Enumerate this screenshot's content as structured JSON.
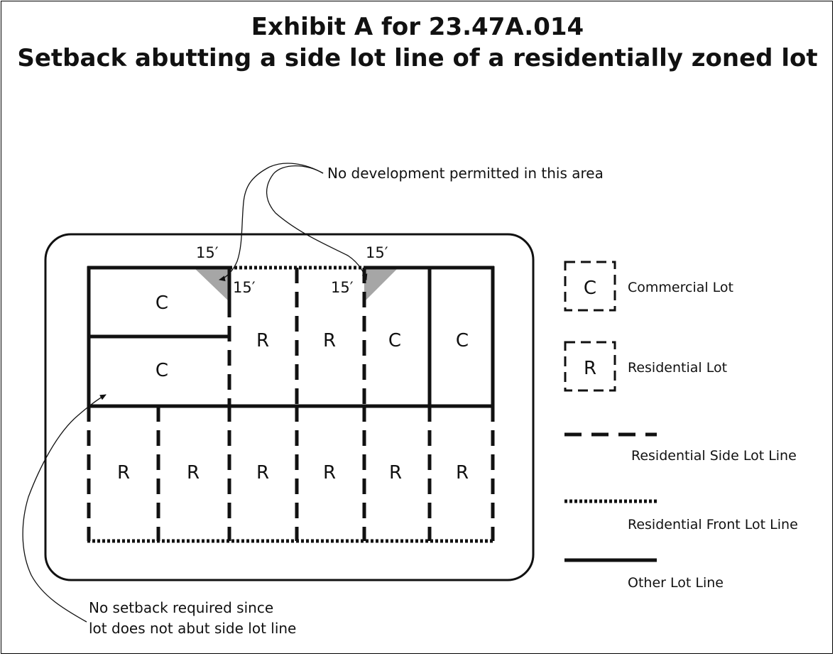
{
  "title": {
    "line1": "Exhibit A for 23.47A.014",
    "line2": "Setback abutting a side lot line of a residentially zoned lot"
  },
  "annotations": {
    "no_development": "No development permitted in this area",
    "no_setback_line1": "No setback required since",
    "no_setback_line2": "lot does not abut side lot line"
  },
  "dimensions": {
    "dim1": "15′",
    "dim2": "15′",
    "dim3": "15′",
    "dim4": "15′"
  },
  "lots": {
    "commercial": "C",
    "residential": "R"
  },
  "legend": {
    "commercial_symbol": "C",
    "commercial_label": "Commercial Lot",
    "residential_symbol": "R",
    "residential_label": "Residential Lot",
    "side_line_label": "Residential Side Lot Line",
    "front_line_label": "Residential Front Lot Line",
    "other_line_label": "Other Lot Line"
  },
  "colors": {
    "line": "#111111",
    "setback_fill": "#a6a6a6"
  }
}
